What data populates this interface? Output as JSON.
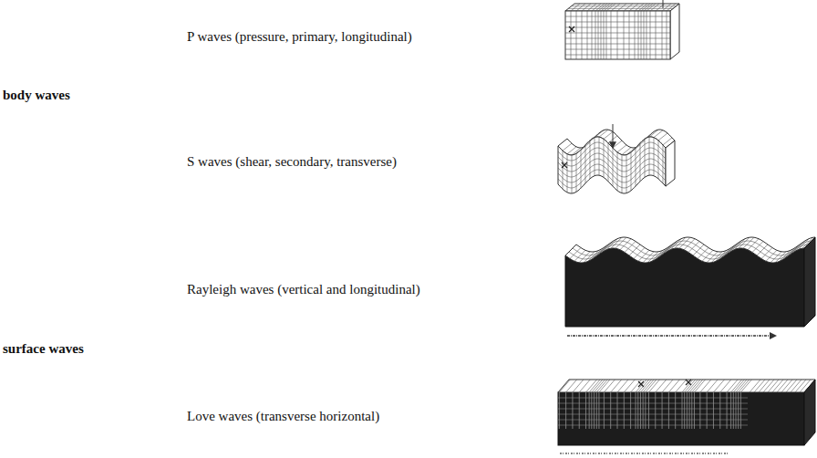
{
  "diagram": {
    "labels": [
      "P waves (pressure, primary, longitudinal)",
      "body waves",
      "S waves (shear, secondary, transverse)",
      "Rayleigh waves (vertical and longitudinal)",
      "surface waves",
      "Love waves (transverse horizontal)"
    ]
  }
}
